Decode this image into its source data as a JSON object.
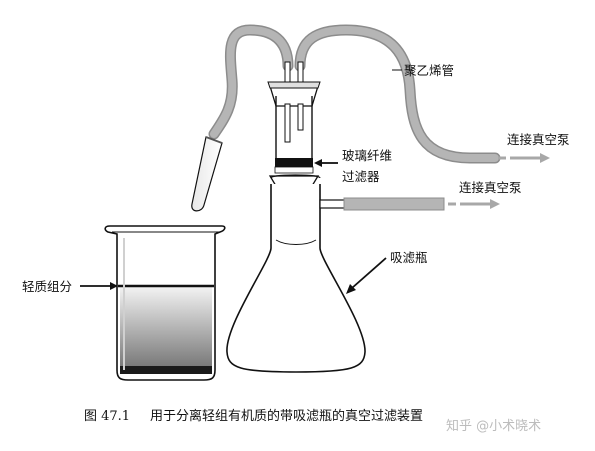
{
  "labels": {
    "polyethylene_tube": "聚乙烯管",
    "vacuum_pump_top": "连接真空泵",
    "vacuum_pump_side": "连接真空泵",
    "glass_fiber_filter_line1": "玻璃纤维",
    "glass_fiber_filter_line2": "过滤器",
    "filter_flask": "吸滤瓶",
    "light_fraction": "轻质组分"
  },
  "caption": {
    "figure_number": "图 47.1",
    "text": "用于分离轻组有机质的带吸滤瓶的真空过滤装置"
  },
  "watermark": "知乎 @小术晓术",
  "colors": {
    "tube": "#b3b3b3",
    "tube_edge": "#8c8c8c",
    "outline": "#111111",
    "liquid_light": "#f2f2f2",
    "liquid_dark": "#8a8a8a",
    "filter_band": "#111111",
    "sediment": "#1a1a1a"
  }
}
